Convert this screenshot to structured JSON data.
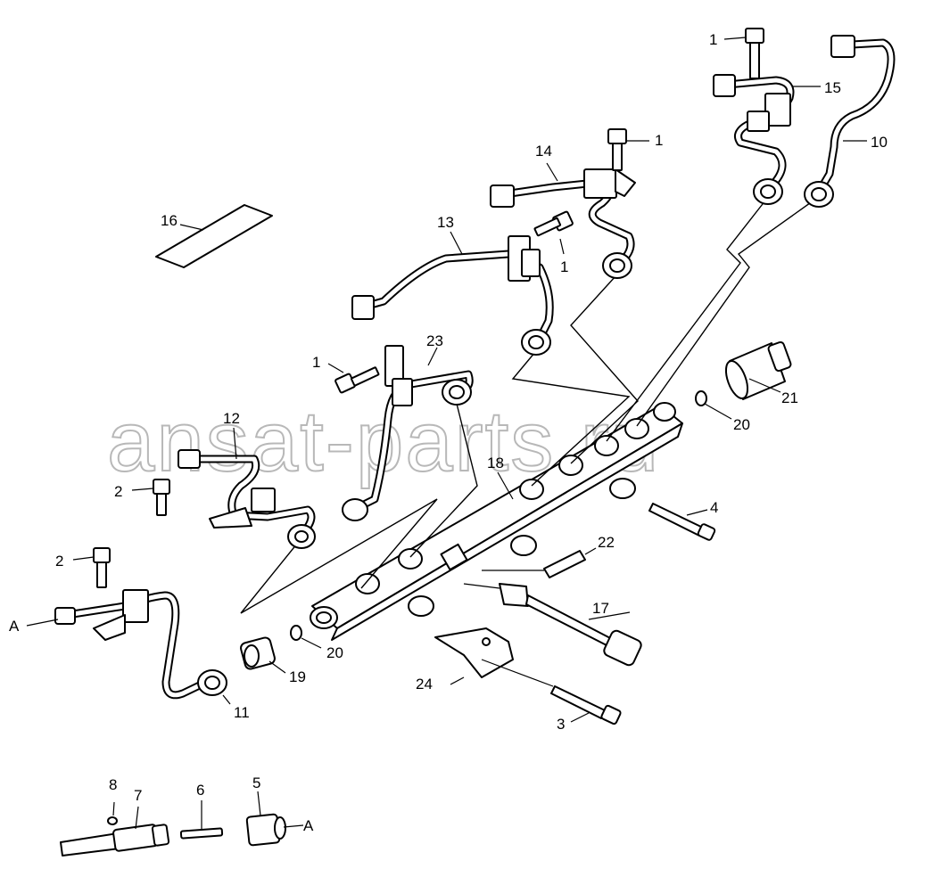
{
  "watermark": "ansat-parts.ru",
  "callouts": {
    "c1a": "1",
    "c1b": "1",
    "c1c": "1",
    "c1d": "1",
    "c2a": "2",
    "c2b": "2",
    "c3": "3",
    "c4": "4",
    "c5": "5",
    "c6": "6",
    "c7": "7",
    "c8": "8",
    "c10": "10",
    "c11": "11",
    "c12": "12",
    "c13": "13",
    "c14": "14",
    "c15": "15",
    "c16": "16",
    "c17": "17",
    "c18": "18",
    "c19": "19",
    "c20a": "20",
    "c20b": "20",
    "c21": "21",
    "c22": "22",
    "c23": "23",
    "c24": "24",
    "refA1": "A",
    "refA2": "A"
  }
}
